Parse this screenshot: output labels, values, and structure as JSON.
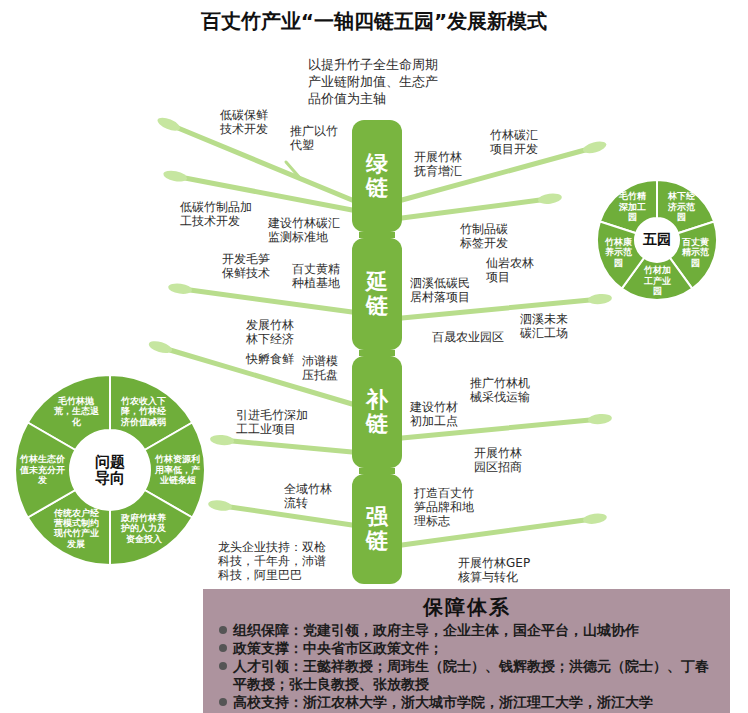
{
  "diagram": {
    "title": "百丈竹产业“一轴四链五园”发展新模式",
    "nodes": [
      {
        "text": [
          "绿链"
        ]
      },
      {
        "text": [
          "延链"
        ]
      },
      {
        "text": [
          "补链"
        ]
      },
      {
        "text": [
          "强链"
        ]
      },
      {
        "text": [
          "五园"
        ]
      },
      {
        "text": [
          "毛竹精深加工园"
        ]
      },
      {
        "text": [
          "林下经济示范园"
        ]
      },
      {
        "text": [
          "百丈黄精示范园"
        ]
      },
      {
        "text": [
          "竹材加工产业园"
        ]
      },
      {
        "text": [
          "竹林康养示范园"
        ]
      },
      {
        "text": [
          "问题导向"
        ]
      },
      {
        "text": [
          "毛竹林抛荒，生态退化"
        ]
      },
      {
        "text": [
          "竹农收入下降，竹林经济价值减弱"
        ]
      },
      {
        "text": [
          "竹林资源利用率低，产业链条短"
        ]
      },
      {
        "text": [
          "政府竹林养护的人力及资金投入"
        ]
      },
      {
        "text": [
          "传统农户经营模式制约现代竹产业发展"
        ]
      },
      {
        "text": [
          "竹林生态价值未充分开发"
        ]
      },
      {
        "text": [
          "保障体系",
          "组织保障：党建引领，政府主导，企业主体，国企平台，山城协作",
          "政策支撑：中央省市区政策文件；",
          "人才引领：王懿祥教授；周玮生（院士）、钱辉教授；洪德元（院士）、丁春平教授；张士良教授、张放教授",
          "高校支持：浙江农林大学，浙大城市学院，浙江理工大学，浙江大学"
        ]
      }
    ],
    "edges": [
      {
        "from": 0,
        "to": 1,
        "arrow": "none"
      },
      {
        "from": 1,
        "to": 2,
        "arrow": "none"
      },
      {
        "from": 2,
        "to": 3,
        "arrow": "none"
      }
    ],
    "labels": [
      "以提升竹子全生命周期产业链附加值、生态产品价值为主轴",
      "低碳保鲜技术开发",
      "推广以竹代塑",
      "开展竹林抚育增汇",
      "竹林碳汇项目开发",
      "低碳竹制品加工技术开发",
      "建设竹林碳汇监测标准地",
      "竹制品碳标签开发",
      "开发毛笋保鲜技术",
      "百丈黄精种植基地",
      "仙岩农林项目",
      "泗溪低碳民居村落项目",
      "发展竹林林下经济",
      "泗溪未来碳汇工场",
      "百晟农业园区",
      "快孵食鲜",
      "沛谱模压托盘",
      "推广竹林机械采伐运输",
      "建设竹材初加工点",
      "引进毛竹深加工工业项目",
      "开展竹林园区招商",
      "全域竹林流转",
      "打造百丈竹笋品牌和地理标志",
      "龙头企业扶持：双枪科技，千年舟，沛谱科技，阿里巴巴",
      "开展竹林GEP核算与转化"
    ]
  }
}
